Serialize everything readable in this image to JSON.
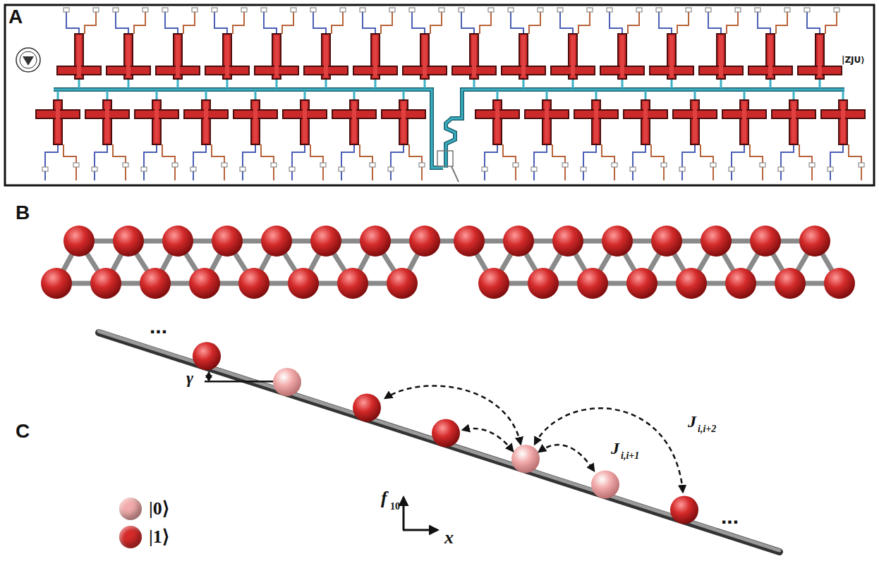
{
  "diagram": {
    "labels": [
      "A",
      "|ZJU⟩",
      "B",
      "C",
      "...",
      "...",
      "γ",
      "J",
      "i,i+1",
      "J",
      "i,i+2",
      "f",
      "10",
      "x"
    ],
    "legend": [
      {
        "text": "|0⟩",
        "color": "#f2aaaa"
      },
      {
        "text": "|1⟩",
        "color": "#d42a2a"
      }
    ]
  }
}
